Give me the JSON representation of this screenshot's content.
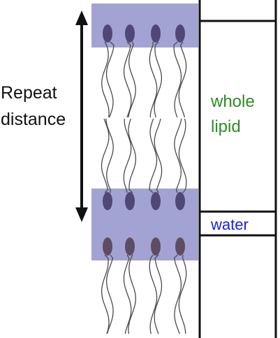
{
  "labels": {
    "repeat_line1": "Repeat",
    "repeat_line2": "distance",
    "whole_line1": "whole",
    "whole_line2": "lipid",
    "water": "water"
  },
  "colors": {
    "band": "#a3a3d3",
    "head_upper": "#4f4876",
    "head_lower": "#5e4c63",
    "tail": "#4a4a4a",
    "axis": "#111111",
    "whole_lipid_text": "#2e8b26",
    "water_text": "#1a22e0"
  },
  "icons": {
    "arrow": "double-headed-vertical-arrow",
    "lipid": "lipid-molecule-head-with-tail"
  }
}
